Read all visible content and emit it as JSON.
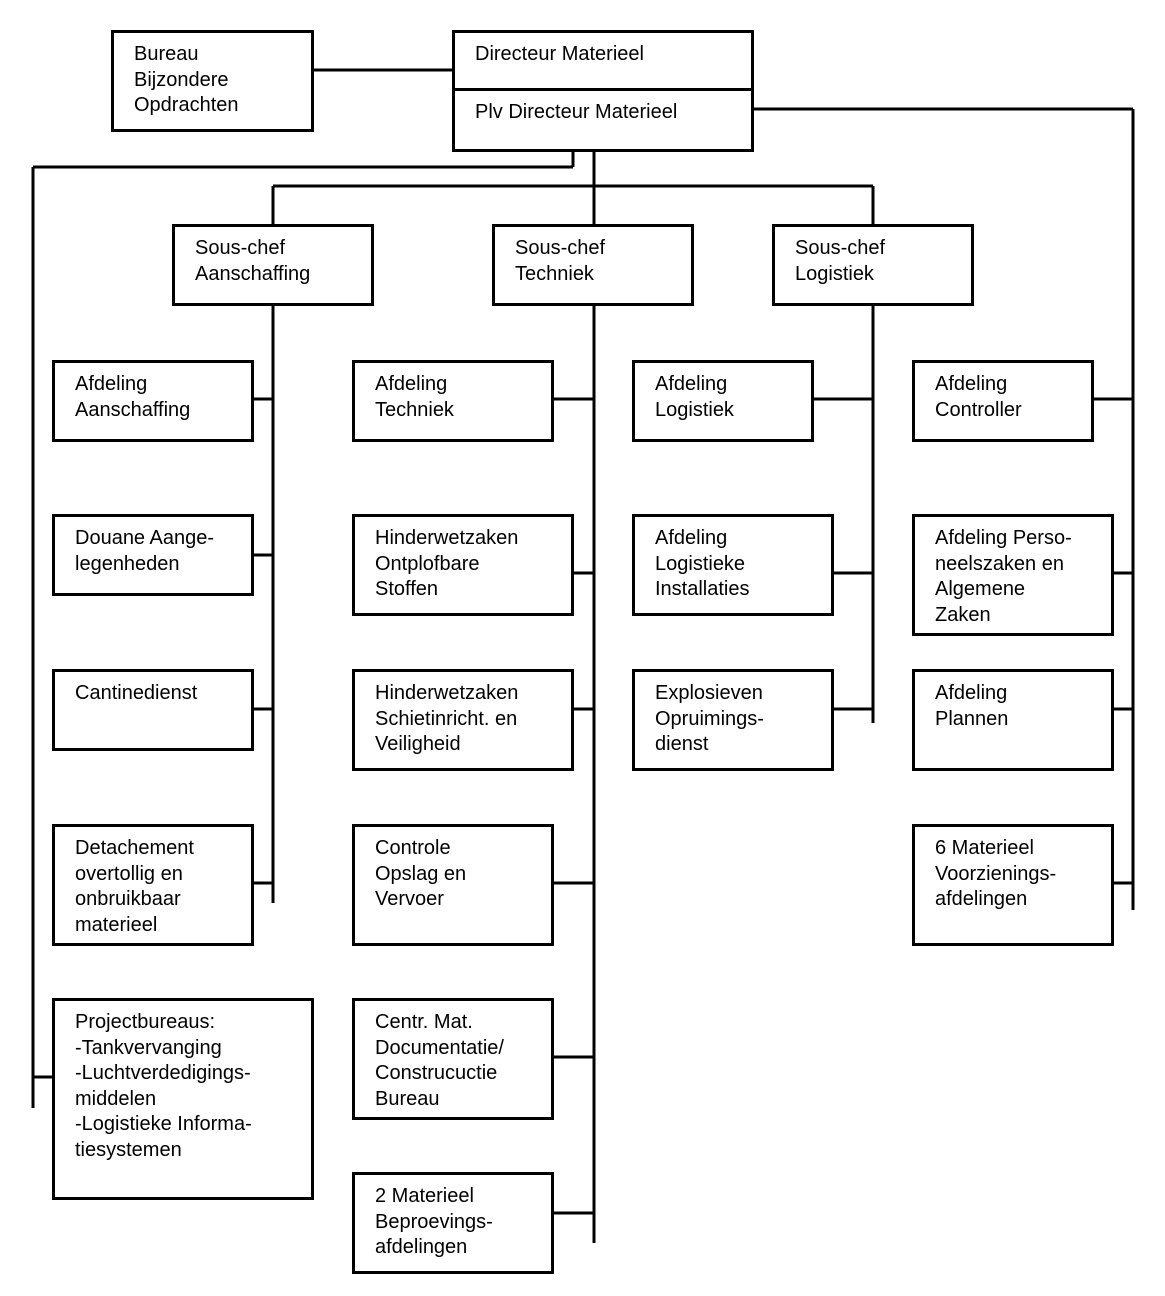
{
  "colors": {
    "line": "#000000",
    "box_border": "#000000",
    "background": "#ffffff"
  },
  "director": {
    "title": "Directeur Materieel",
    "deputy": "Plv Directeur Materieel"
  },
  "bureau": "Bureau\nBijzondere\nOpdrachten",
  "sous_chefs": {
    "aanschaffing": "Sous-chef\nAanschaffing",
    "techniek": "Sous-chef\nTechniek",
    "logistiek": "Sous-chef\nLogistiek"
  },
  "columns": {
    "aanschaffing": [
      "Afdeling\nAanschaffing",
      "Douane Aange-\nlegenheden",
      "Cantinedienst",
      "Detachement\novertollig en\nonbruikbaar\nmaterieel"
    ],
    "projectbureaus": "Projectbureaus:\n-Tankvervanging\n-Luchtverdedigings-\nmiddelen\n-Logistieke Informa-\ntiesystemen",
    "techniek": [
      "Afdeling\nTechniek",
      "Hinderwetzaken\nOntplofbare\nStoffen",
      "Hinderwetzaken\nSchietinricht. en\nVeiligheid",
      "Controle\nOpslag en\nVervoer",
      "Centr. Mat.\nDocumentatie/\nConstrucuctie\nBureau",
      "2 Materieel\nBeproevings-\nafdelingen"
    ],
    "logistiek": [
      "Afdeling\nLogistiek",
      "Afdeling\nLogistieke\nInstallaties",
      "Explosieven\nOpruimings-\ndienst"
    ],
    "staff": [
      "Afdeling\nController",
      "Afdeling Perso-\nneelszaken en\nAlgemene\nZaken",
      "Afdeling\nPlannen",
      "6 Materieel\nVoorzienings-\nafdelingen"
    ]
  }
}
